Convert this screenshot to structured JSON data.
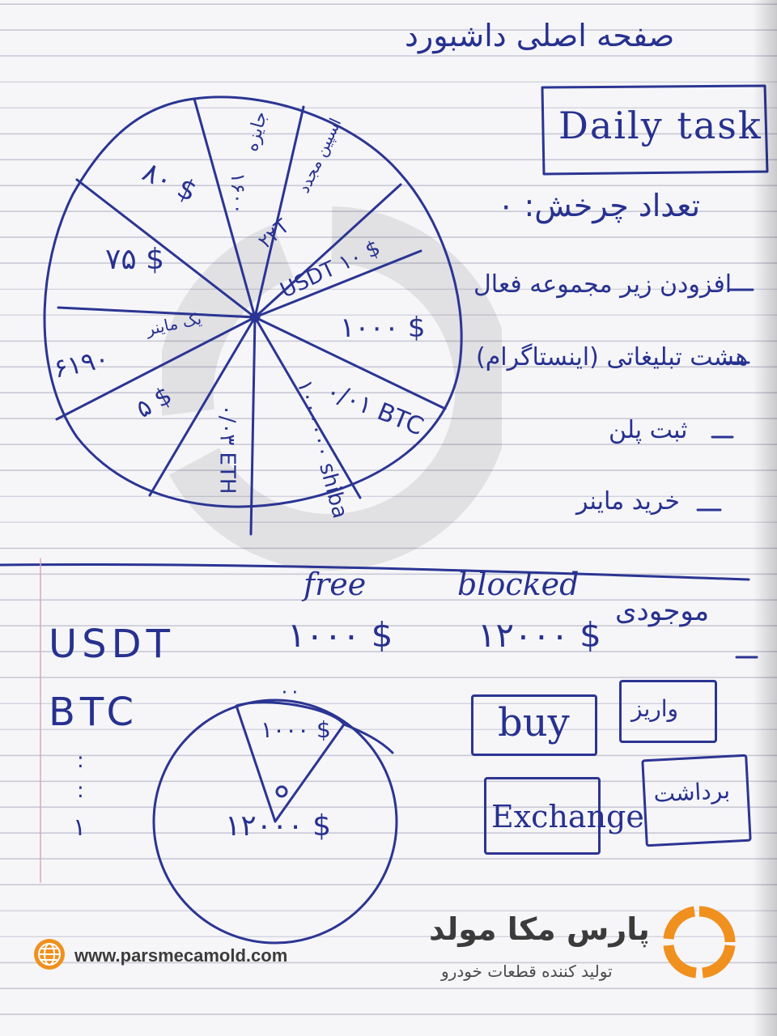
{
  "page_title": "صفحه اصلی داشبورد",
  "daily_task": {
    "label": "Daily task",
    "spin_count_label": "تعداد چرخش: ۰",
    "tasks": [
      "افزودن زیر مجموعه فعال",
      "هشت تبلیغاتی (اینستاگرام)",
      "ثبت پلن",
      "خرید ماینر"
    ]
  },
  "wheel": {
    "segments": [
      "جایزه",
      "اسپین مجدد",
      "۲۲T",
      "USDT ۱۰ $",
      "۱۰۰۰ $",
      "۰/۰۱ BTC",
      "۱۰۰۰۰۰۰ shiba",
      "۰/۰۳ ETH",
      "۵ $",
      "۶۱۹۰",
      "یک ماینر",
      "۷۵ $",
      "۸۰ $",
      "۱۶۰۰"
    ]
  },
  "balance": {
    "title": "موجودی",
    "col_free": "free",
    "col_blocked": "blocked",
    "rows": [
      {
        "asset": "USDT",
        "free": "۱۰۰۰ $",
        "blocked": "۱۲۰۰۰ $"
      },
      {
        "asset": "BTC",
        "free": "",
        "blocked": ""
      }
    ],
    "more_rows": [
      ":",
      ":",
      "۱"
    ]
  },
  "balance_pie": {
    "slice_label": "۱۰۰۰ $",
    "total_label": "۱۲۰۰۰ $",
    "top_mark": "۰۰"
  },
  "actions": {
    "buy": "buy",
    "deposit": "واریز",
    "exchange": "Exchange",
    "withdraw": "برداشت"
  },
  "footer": {
    "url": "www.parsmecamold.com",
    "brand": "پارس مکا مولد",
    "tagline": "تولید کننده قطعات خودرو"
  },
  "colors": {
    "ink": "#27318f",
    "brand_orange": "#f0901e",
    "paper": "#f6f6f9",
    "rule_lines": "#c9c9d6"
  }
}
